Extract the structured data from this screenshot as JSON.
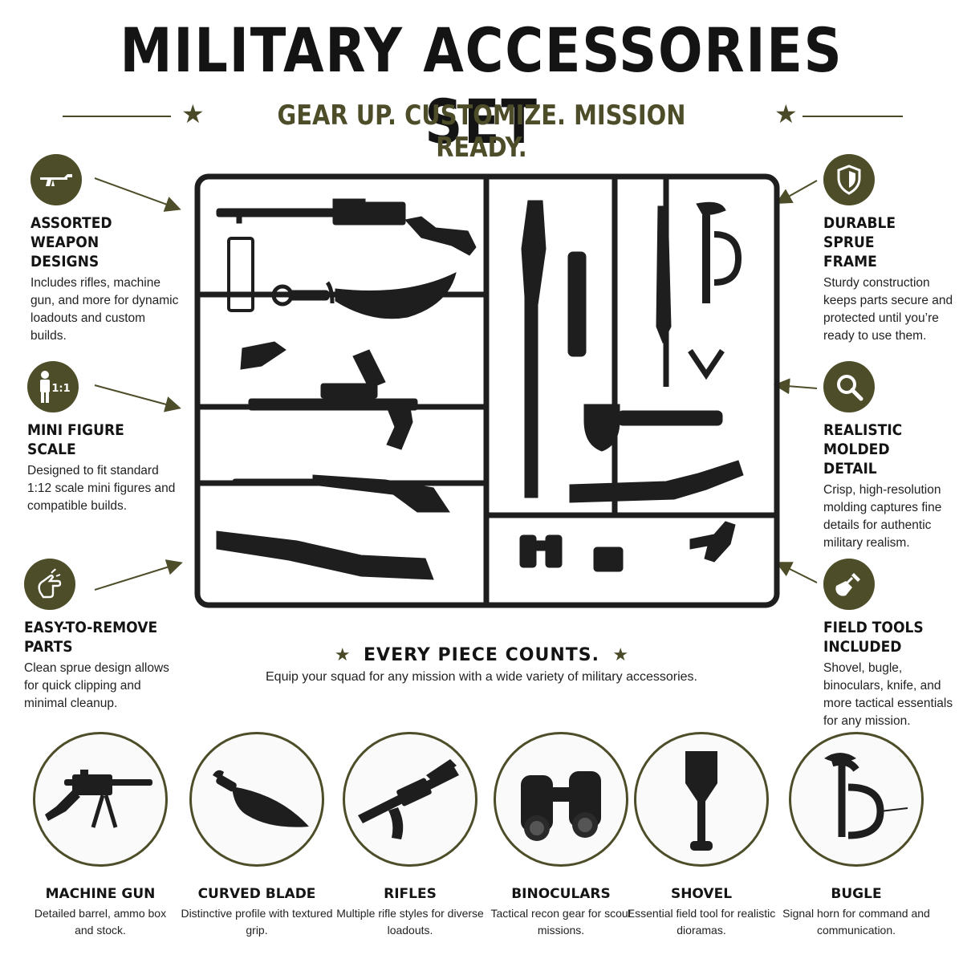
{
  "header": {
    "title": "MILITARY ACCESSORIES SET",
    "subtitle": "GEAR UP. CUSTOMIZE. MISSION READY."
  },
  "features_left": [
    {
      "icon": "rifle-icon",
      "title": "ASSORTED\nWEAPON DESIGNS",
      "description": "Includes rifles, machine gun, and more for dynamic loadouts and custom builds."
    },
    {
      "icon": "figure-scale-icon",
      "badge_text": "1:1",
      "title": "MINI FIGURE\nSCALE",
      "description": "Designed to fit standard 1:12 scale mini figures and compatible builds."
    },
    {
      "icon": "hand-snap-icon",
      "title": "EASY-TO-REMOVE\nPARTS",
      "description": "Clean sprue design allows for quick clipping and minimal cleanup."
    }
  ],
  "features_right": [
    {
      "icon": "shield-icon",
      "title": "DURABLE SPRUE\nFRAME",
      "description": "Sturdy construction keeps parts secure and protected until you’re ready to use them."
    },
    {
      "icon": "magnifier-icon",
      "title": "REALISTIC\nMOLDED DETAIL",
      "description": "Crisp, high-resolution molding captures fine details for authentic military realism."
    },
    {
      "icon": "shovel-icon",
      "title": "FIELD TOOLS\nINCLUDED",
      "description": "Shovel, bugle, binoculars, knife, and more tactical essentials for any mission."
    }
  ],
  "counts": {
    "title": "EVERY PIECE COUNTS.",
    "description": "Equip your squad for any mission with a wide variety of military accessories."
  },
  "items": [
    {
      "icon": "machine-gun-icon",
      "title": "MACHINE GUN",
      "description": "Detailed barrel, ammo box and stock."
    },
    {
      "icon": "curved-blade-icon",
      "title": "CURVED BLADE",
      "description": "Distinctive profile with textured grip."
    },
    {
      "icon": "rifles-icon",
      "title": "RIFLES",
      "description": "Multiple rifle styles for diverse loadouts."
    },
    {
      "icon": "binoculars-icon",
      "title": "BINOCULARS",
      "description": "Tactical recon gear for scout missions."
    },
    {
      "icon": "shovel-icon",
      "title": "SHOVEL",
      "description": "Essential field tool for realistic dioramas."
    },
    {
      "icon": "bugle-icon",
      "title": "BUGLE",
      "description": "Signal horn for command and communication."
    }
  ],
  "colors": {
    "accent": "#4d4d29",
    "text": "#141414",
    "sprue": "#1e1e1e"
  }
}
